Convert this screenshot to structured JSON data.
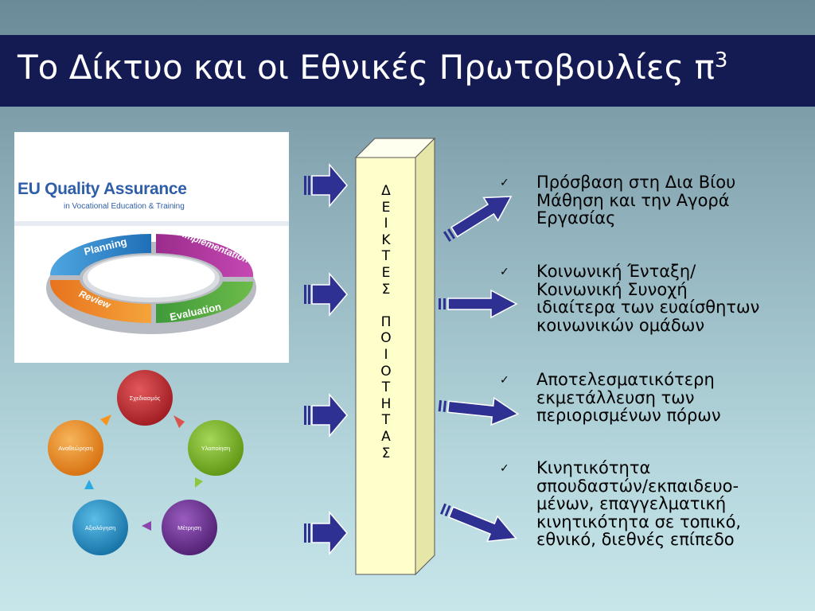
{
  "slide": {
    "title": "Το Δίκτυο και οι Εθνικές Πρωτοβουλίες π",
    "title_superscript": "3"
  },
  "eu_quality": {
    "title": "EU Quality Assurance",
    "subtitle": "in Vocational Education & Training",
    "cycle_labels": [
      "Planning",
      "Implementation",
      "Evaluation",
      "Review"
    ]
  },
  "greek_cycle": {
    "nodes": [
      "Σχεδιασμός",
      "Υλοποίηση",
      "Μέτρηση",
      "Αξιολόγηση",
      "Αναθεώρηση"
    ]
  },
  "pillar": {
    "letters": [
      "Δ",
      "Ε",
      "Ι",
      "Κ",
      "Τ",
      "Ε",
      "Σ",
      " ",
      "Π",
      "Ο",
      "Ι",
      "Ο",
      "Τ",
      "Η",
      "Τ",
      "Α",
      "Σ"
    ]
  },
  "bullets": [
    {
      "text": "Πρόσβαση στη Δια Βίου\nΜάθηση και την Αγορά\nΕργασίας"
    },
    {
      "text": "Κοινωνική Ένταξη/\nΚοινωνική Συνοχή\nιδιαίτερα των ευαίσθητων\nκοινωνικών ομάδων"
    },
    {
      "text": "Αποτελεσματικότερη\nεκμετάλλευση των\nπεριορισμένων πόρων"
    },
    {
      "text": "Κινητικότητα\nσπουδαστών/εκπαιδευο-\nμένων, επαγγελματική\nκινητικότητα σε τοπικό,\nεθνικό, διεθνές επίπεδο"
    }
  ],
  "check_mark": "✓",
  "colors": {
    "title_bar": "#141a52",
    "arrow_fill": "#2e3192",
    "pillar_front": "#ffffcc",
    "pillar_side": "#e6e6a8",
    "node_red": "#c0272d",
    "node_green": "#7ab51d",
    "node_purple": "#6a2c91",
    "node_blue": "#1f8fc9",
    "node_orange": "#f28c1e"
  }
}
